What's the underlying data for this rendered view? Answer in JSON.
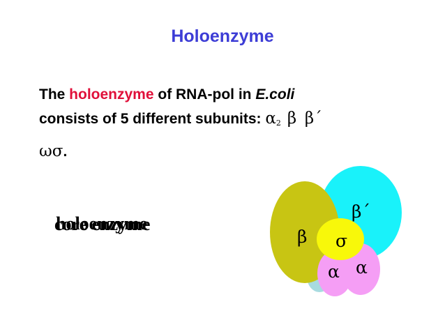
{
  "slide": {
    "title": "Holoenzyme",
    "colors": {
      "title": "#3d3dd6",
      "highlight": "#e0103a",
      "beta": "#c8c513",
      "beta_prime": "#19f2fa",
      "sigma": "#f8f80a",
      "alpha": "#f59ef5",
      "omega": "#a8dbe0"
    },
    "paragraph": {
      "part1": "The ",
      "highlight": "holoenzyme",
      "part2": " of RNA-pol in ",
      "organism": "E.coli",
      "part3": "consists of 5 different subunits: ",
      "alpha": "α",
      "alpha_sub": "2",
      "beta": "β",
      "beta_prime": "β´",
      "omega_sigma": "ωσ",
      "end": "."
    },
    "overlay_labels": {
      "holoenzyme": "holoenzyme",
      "core_enzyme": "core enzyme"
    },
    "subunit_labels": {
      "beta": "β",
      "beta_prime": "β´",
      "sigma": "σ",
      "alpha_1": "α",
      "alpha_2": "α"
    }
  }
}
